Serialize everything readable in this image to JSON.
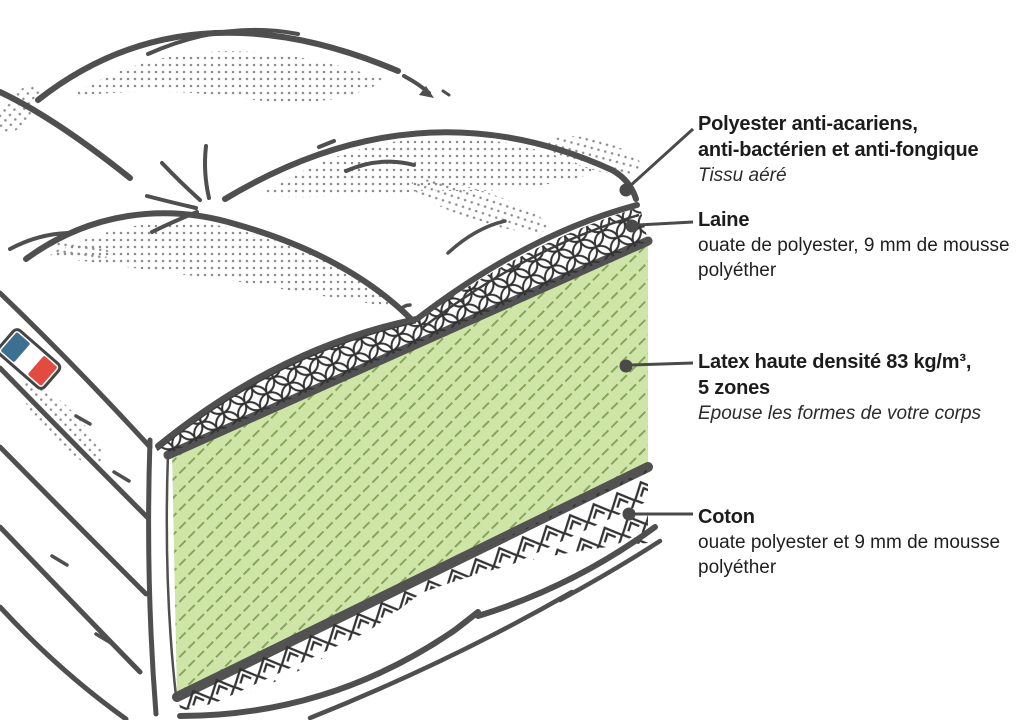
{
  "diagram": {
    "subject": "mattress-layers-cutaway",
    "language": "fr"
  },
  "labels": {
    "polyester": {
      "title_line1": "Polyester anti-acariens,",
      "title_line2": "anti-bactérien et anti-fongique",
      "subtitle": "Tissu aéré"
    },
    "laine": {
      "title": "Laine",
      "desc_line1": "ouate de polyester, 9 mm de mousse",
      "desc_line2": "polyéther"
    },
    "latex": {
      "title_line1": "Latex haute densité 83 kg/m³,",
      "title_line2": "5 zones",
      "subtitle": "Epouse les formes de votre corps"
    },
    "coton": {
      "title": "Coton",
      "desc_line1": "ouate polyester et 9 mm de mousse",
      "desc_line2": "polyéther"
    }
  },
  "colors": {
    "outline": "#4f4f4f",
    "text": "#1c1c1c",
    "latex_green": "#cfe5a7",
    "latex_hatch": "#84a25a",
    "pattern_ink": "#333333",
    "flag_blue": "#3c6f90",
    "flag_white": "#ffffff",
    "flag_red": "#e14b40",
    "background": "#ffffff"
  }
}
